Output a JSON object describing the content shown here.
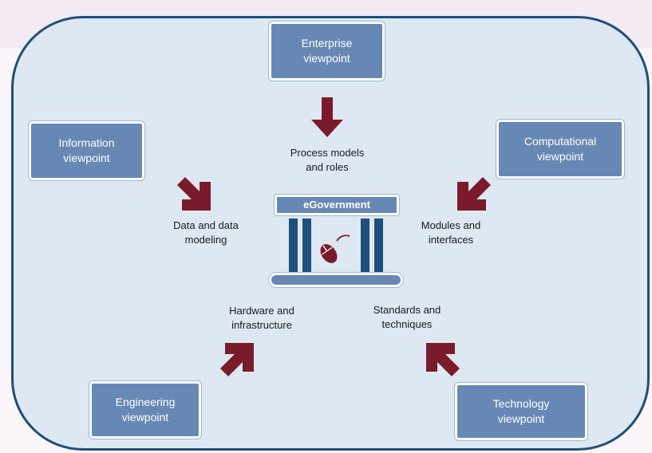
{
  "colors": {
    "panel_fill": "#dde8f3",
    "panel_border": "#1f4f7c",
    "box_fill": "#6788b5",
    "box_text": "#ffffff",
    "arrow": "#7a1b2c",
    "pillar": "#1f4f7c",
    "label_text": "#1a1a1a"
  },
  "viewpoints": {
    "enterprise": {
      "line1": "Enterprise",
      "line2": "viewpoint"
    },
    "information": {
      "line1": "Information",
      "line2": "viewpoint"
    },
    "computational": {
      "line1": "Computational",
      "line2": "viewpoint"
    },
    "engineering": {
      "line1": "Engineering",
      "line2": "viewpoint"
    },
    "technology": {
      "line1": "Technology",
      "line2": "viewpoint"
    }
  },
  "labels": {
    "process": {
      "line1": "Process models",
      "line2": "and roles"
    },
    "data": {
      "line1": "Data and data",
      "line2": "modeling"
    },
    "modules": {
      "line1": "Modules and",
      "line2": "interfaces"
    },
    "hardware": {
      "line1": "Hardware and",
      "line2": "infrastructure"
    },
    "standards": {
      "line1": "Standards and",
      "line2": "techniques"
    }
  },
  "center": {
    "title": "eGovernment",
    "icon": "computer-mouse-icon"
  },
  "arrows": [
    {
      "name": "arrow-enterprise-down",
      "icon": "arrow-down-icon"
    },
    {
      "name": "arrow-information-diag",
      "icon": "arrow-down-right-icon"
    },
    {
      "name": "arrow-computational-diag",
      "icon": "arrow-down-left-icon"
    },
    {
      "name": "arrow-engineering-diag",
      "icon": "arrow-up-right-icon"
    },
    {
      "name": "arrow-technology-diag",
      "icon": "arrow-up-left-icon"
    }
  ]
}
